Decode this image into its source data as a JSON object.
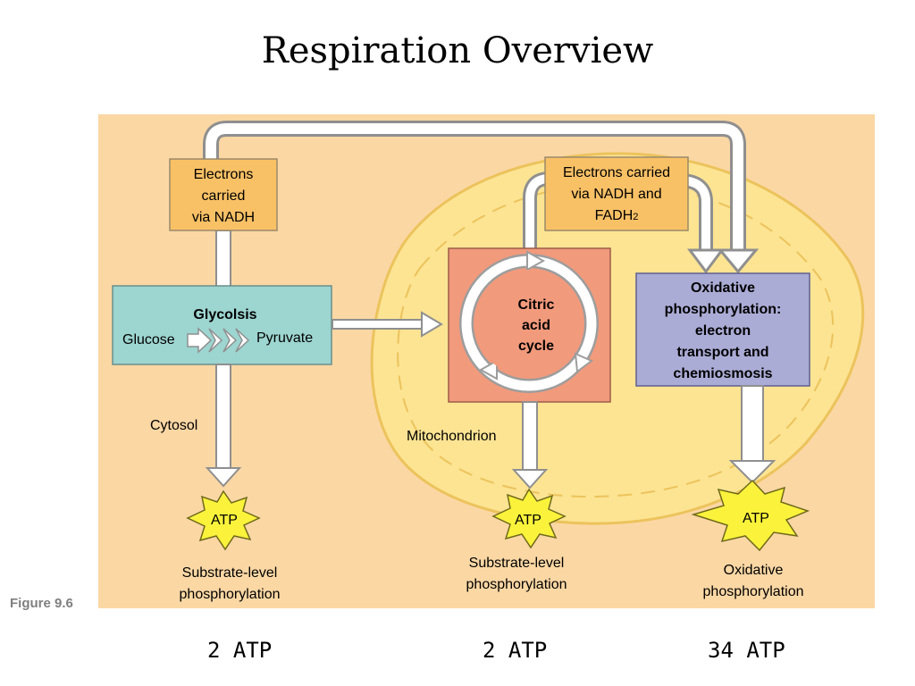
{
  "title": "Respiration Overview",
  "figure_label": "Figure 9.6",
  "colors": {
    "background": "#fbd7a4",
    "mitochondrion": "#fce493",
    "electron_box": "#f9c166",
    "glycolysis": "#9dd5d0",
    "citric_acid": "#f29a7c",
    "oxidative": "#abacd6",
    "atp_star": "#fbf33b"
  },
  "diagram": {
    "electrons_nadh": [
      "Electrons",
      "carried",
      "via NADH"
    ],
    "electrons_nadh_fadh2": [
      "Electrons carried",
      "via NADH and"
    ],
    "fadh2_base": "FADH",
    "fadh2_sub": "2",
    "glycolysis_title": "Glycolsis",
    "glucose": "Glucose",
    "pyruvate": "Pyruvate",
    "citric_acid_cycle": [
      "Citric",
      "acid",
      "cycle"
    ],
    "oxidative_box": [
      "Oxidative",
      "phosphorylation:",
      "electron",
      "transport and",
      "chemiosmosis"
    ],
    "cytosol": "Cytosol",
    "mitochondrion": "Mitochondrion",
    "atp": "ATP",
    "substrate_label_1": [
      "Substrate-level",
      "phosphorylation"
    ],
    "substrate_label_2": [
      "Substrate-level",
      "phosphorylation"
    ],
    "oxidative_label": [
      "Oxidative",
      "phosphorylation"
    ]
  },
  "totals": [
    "2 ATP",
    "2 ATP",
    "34 ATP"
  ]
}
